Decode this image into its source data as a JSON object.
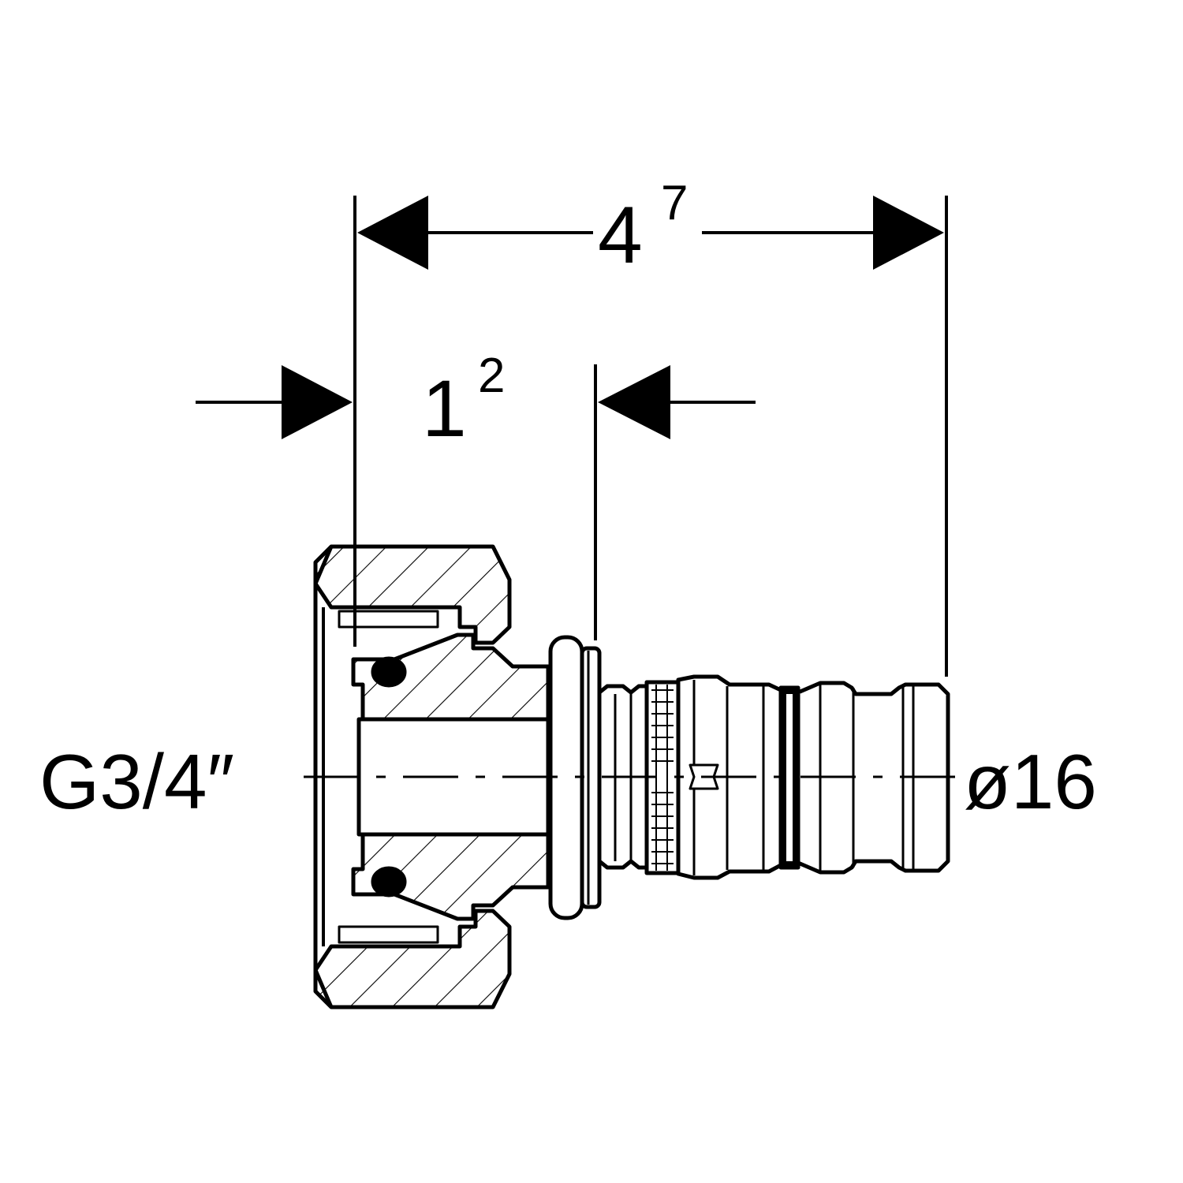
{
  "colors": {
    "line": "#000000",
    "background": "#ffffff"
  },
  "dimensions": {
    "overall_length": {
      "base": "4",
      "sup": "7"
    },
    "nut_depth": {
      "base": "1",
      "sup": "2"
    }
  },
  "labels": {
    "thread": "G3/4″",
    "pipe_diameter": "ø16"
  }
}
